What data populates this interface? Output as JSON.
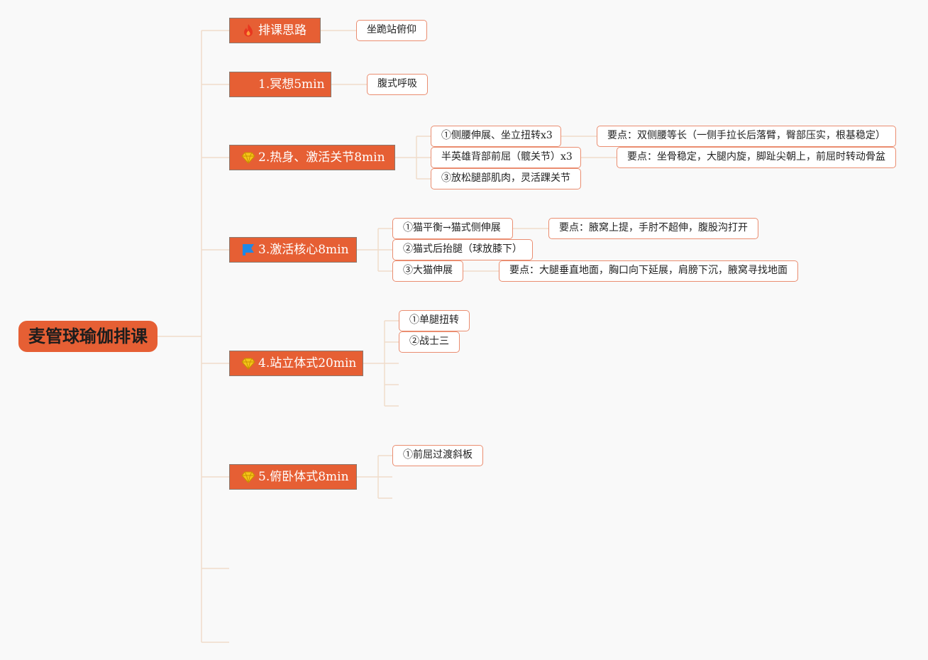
{
  "root": {
    "label": "麦管球瑜伽排课"
  },
  "topics": [
    {
      "label": "排课思路",
      "icon": "fire-icon"
    },
    {
      "label": "1.冥想5min",
      "icon": ""
    },
    {
      "label": "2.热身、激活关节8min",
      "icon": "diamond-icon"
    },
    {
      "label": "3.激活核心8min",
      "icon": "flag-icon"
    },
    {
      "label": "4.站立体式20min",
      "icon": "diamond-icon"
    },
    {
      "label": "5.俯卧体式8min",
      "icon": "diamond-icon"
    }
  ],
  "subtopics": {
    "t0": [
      "坐跪站俯仰"
    ],
    "t1": [
      "腹式呼吸"
    ],
    "t2": [
      "①侧腰伸展、坐立扭转x3",
      "半英雄背部前屈（髋关节）x3",
      "③放松腿部肌肉，灵活踝关节"
    ],
    "t3": [
      "①猫平衡→猫式侧伸展",
      "②猫式后抬腿（球放膝下）",
      "③大猫伸展"
    ],
    "t4": [
      "①单腿扭转",
      "②战士三"
    ],
    "t5": [
      "①前屈过渡斜板"
    ]
  },
  "notes": {
    "t2": [
      "要点：双侧腰等长（一侧手拉长后落臂，臀部压实，根基稳定）",
      "要点：坐骨稳定，大腿内旋，脚趾尖朝上，前屈时转动骨盆"
    ],
    "t3": [
      "要点：腋窝上提，手肘不超伸，腹股沟打开",
      "要点：大腿垂直地面，胸口向下延展，肩膀下沉，腋窝寻找地面"
    ]
  },
  "colors": {
    "topic_fill": "#e65f34",
    "connector": "#f0dccb",
    "leaf_border": "#ea8d70",
    "background": "#f9f9f9",
    "diamond": "#f5c518",
    "fire": "#e8371f",
    "flag": "#1e88e5"
  }
}
